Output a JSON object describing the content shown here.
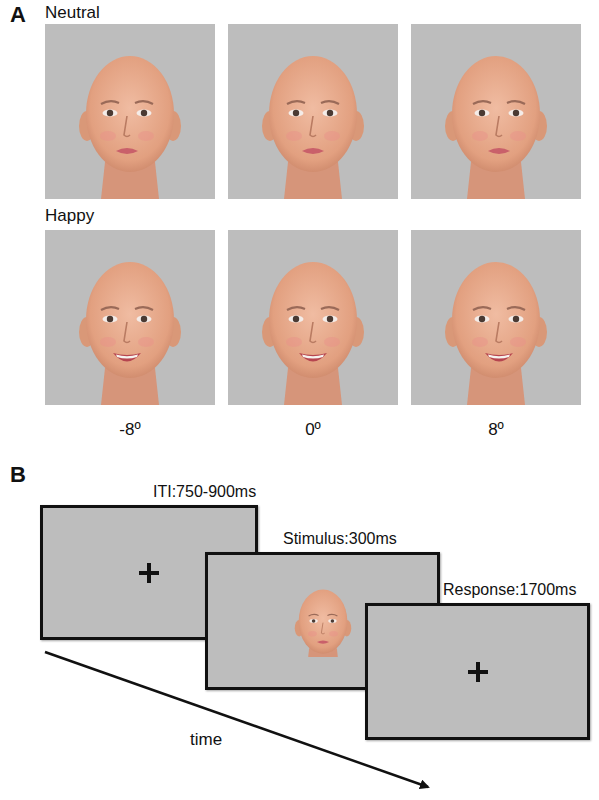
{
  "diagram": {
    "nodes": [
      {
        "text": [
          "ITI:750-900ms"
        ]
      },
      {
        "text": [
          "Stimulus:300ms"
        ]
      },
      {
        "text": [
          "Response:1700ms"
        ]
      }
    ],
    "labels": [
      "A",
      "Neutral",
      "Happy",
      "-8º",
      "0º",
      "8º",
      "B",
      "time"
    ]
  }
}
